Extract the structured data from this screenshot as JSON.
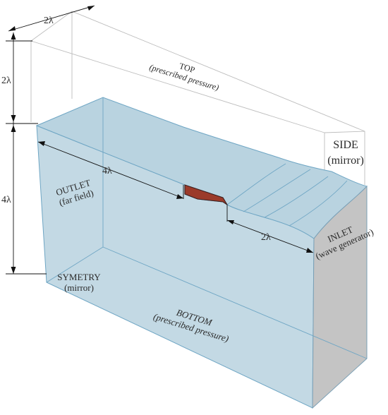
{
  "top_face": {
    "title": "TOP",
    "subtitle": "(prescribed pressure)"
  },
  "side_face": {
    "title": "SIDE",
    "subtitle": "(mirror)"
  },
  "outlet_face": {
    "title": "OUTLET",
    "subtitle": "(far field)"
  },
  "inlet_face": {
    "title": "INLET",
    "subtitle": "(wave generator)"
  },
  "symmetry_face": {
    "title": "SYMETRY",
    "subtitle": "(mirror)"
  },
  "bottom_face": {
    "title": "BOTTOM",
    "subtitle": "(prescribed pressure)"
  },
  "dimensions": {
    "depth_top": "2λ",
    "air_height": "2λ",
    "water_depth": "4λ",
    "outlet_length": "4λ",
    "inlet_length": "2λ"
  },
  "colors": {
    "water": "#c3d9e4",
    "water_edge": "#6fa6c4",
    "inlet_face": "#c4c4c4",
    "air_edge": "#bdbdbd",
    "structure": "#9b3a2a"
  }
}
